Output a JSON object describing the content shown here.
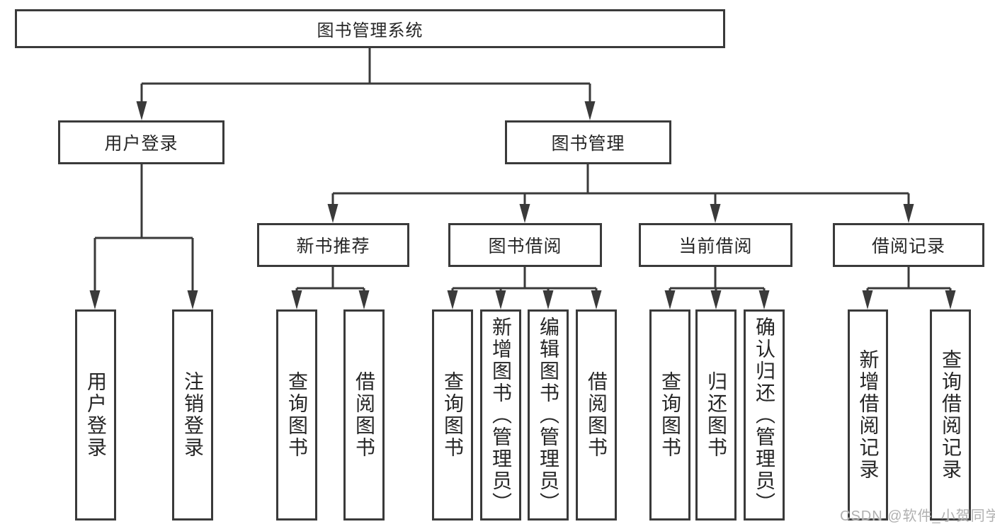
{
  "tree": {
    "root": {
      "label": "图书管理系统"
    },
    "branches": [
      {
        "label": "用户登录",
        "children": [
          {
            "label": "用户登录"
          },
          {
            "label": "注销登录"
          }
        ]
      },
      {
        "label": "图书管理",
        "children": [
          {
            "label": "新书推荐",
            "children": [
              {
                "label": "查询图书"
              },
              {
                "label": "借阅图书"
              }
            ]
          },
          {
            "label": "图书借阅",
            "children": [
              {
                "label": "查询图书"
              },
              {
                "label": "新增图书（管理员）"
              },
              {
                "label": "编辑图书（管理员）"
              },
              {
                "label": "借阅图书"
              }
            ]
          },
          {
            "label": "当前借阅",
            "children": [
              {
                "label": "查询图书"
              },
              {
                "label": "归还图书"
              },
              {
                "label": "确认归还（管理员）"
              }
            ]
          },
          {
            "label": "借阅记录",
            "children": [
              {
                "label": "新增借阅记录"
              },
              {
                "label": "查询借阅记录"
              }
            ]
          }
        ]
      }
    ]
  },
  "watermark": {
    "text": "CSDN @软件_小贺同学"
  },
  "colors": {
    "line": "#3a3a3a",
    "text": "#262626",
    "background": "#ffffff",
    "watermark": "#b0b0b0"
  }
}
